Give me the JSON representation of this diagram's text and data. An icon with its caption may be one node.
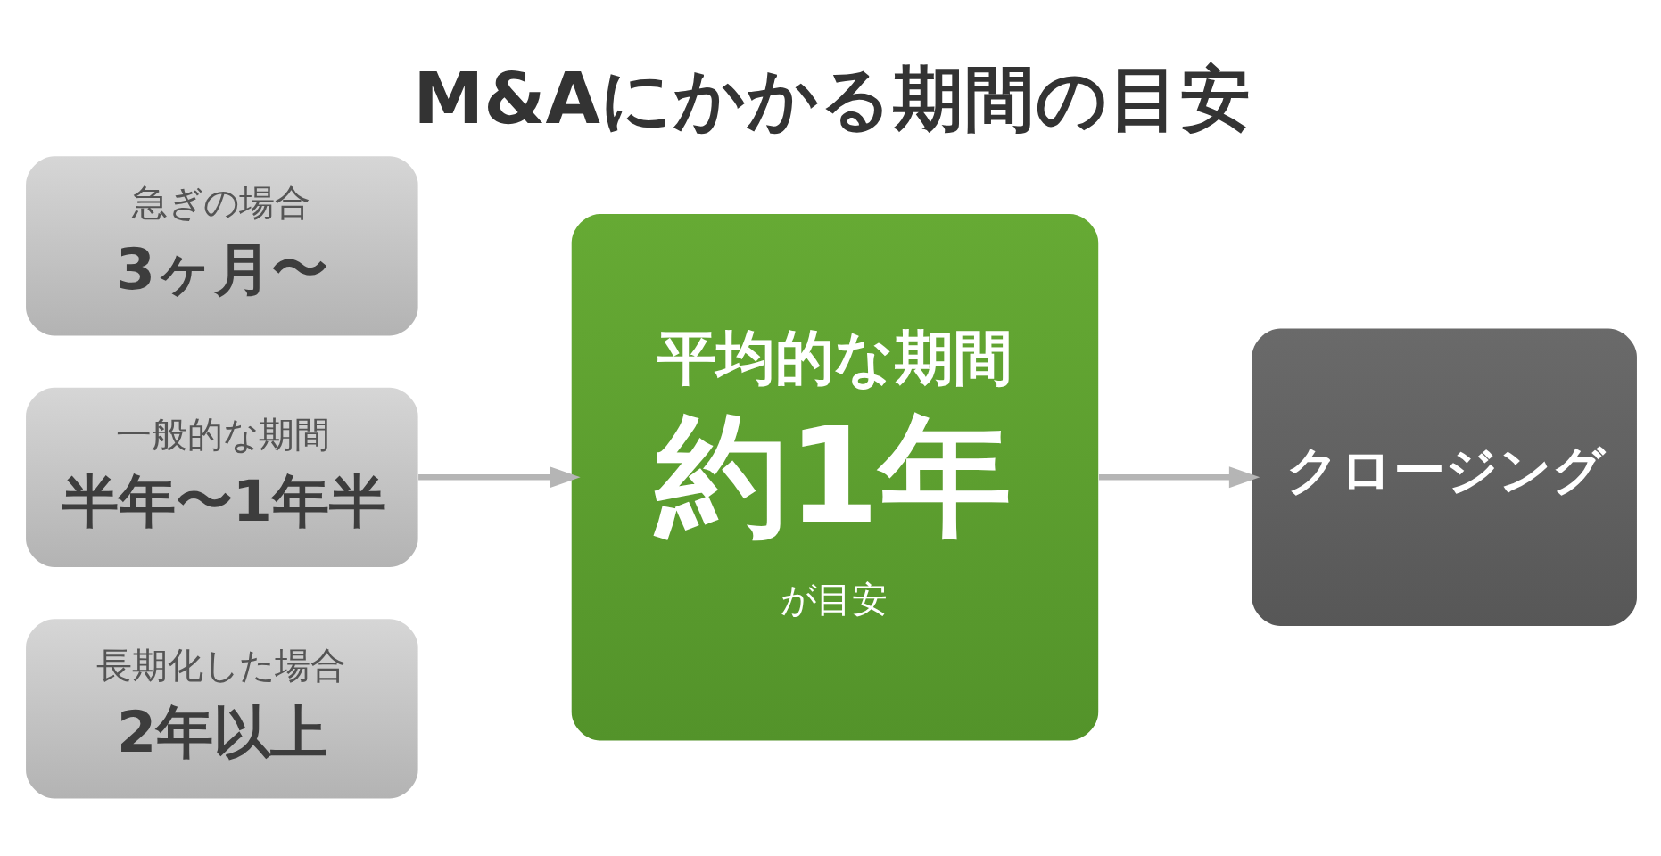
{
  "diagram": {
    "title": "M&Aにかかる期間の目安",
    "nodes": [
      {
        "text": [
          "急ぎの場合",
          "3ヶ月〜"
        ]
      },
      {
        "text": [
          "一般的な期間",
          "半年〜1年半"
        ]
      },
      {
        "text": [
          "長期化した場合",
          "2年以上"
        ]
      },
      {
        "text": [
          "平均的な期間",
          "約1年",
          "が目安"
        ]
      },
      {
        "text": [
          "クロージング"
        ]
      }
    ],
    "edges": [
      {
        "from": 1,
        "to": 3,
        "arrow": "to"
      },
      {
        "from": 3,
        "to": 4,
        "arrow": "to"
      }
    ]
  }
}
